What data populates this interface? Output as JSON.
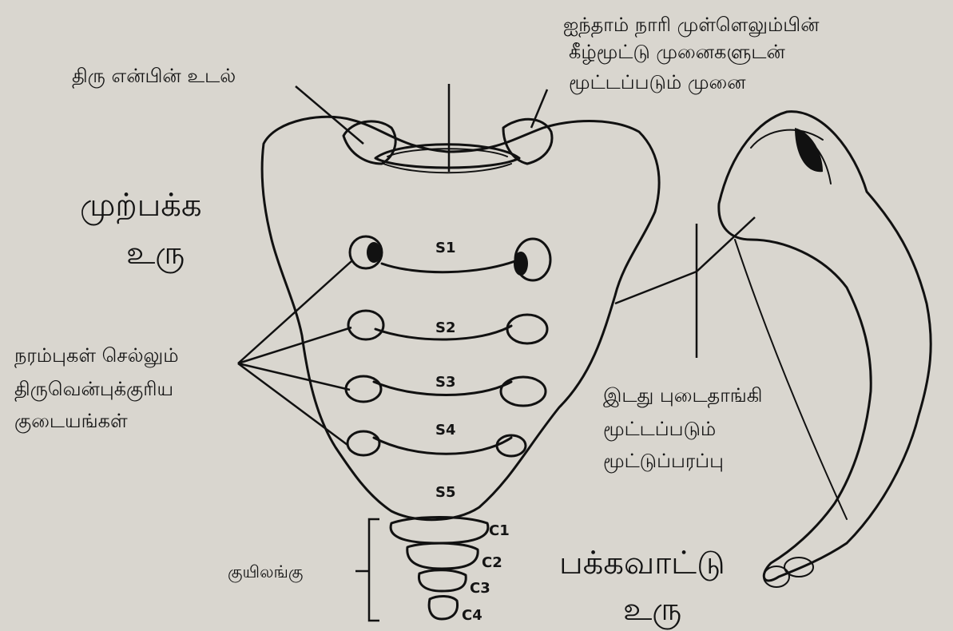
{
  "labels": {
    "body": "திரு என்பின் உடல்",
    "articular_process": [
      "ஐந்தாம் நாரி முள்ளெலும்பின்",
      "கீழ்மூட்டு முனைகளுடன்",
      "மூட்டப்படும் முனை"
    ],
    "anterior_view": [
      "முற்பக்க",
      "உரு"
    ],
    "foramina": [
      "நரம்புகள் செல்லும்",
      "திருவென்புக்குரிய",
      "குடையங்கள்"
    ],
    "auricular_surface": [
      "இடது புடைதாங்கி",
      "மூட்டப்படும்",
      "மூட்டுப்பரப்பு"
    ],
    "coccyx": "குயிலங்கு",
    "lateral_view": [
      "பக்கவாட்டு",
      "உரு"
    ]
  },
  "sacral_segments": [
    "S1",
    "S2",
    "S3",
    "S4",
    "S5"
  ],
  "coccygeal_segments": [
    "C1",
    "C2",
    "C3",
    "C4"
  ]
}
